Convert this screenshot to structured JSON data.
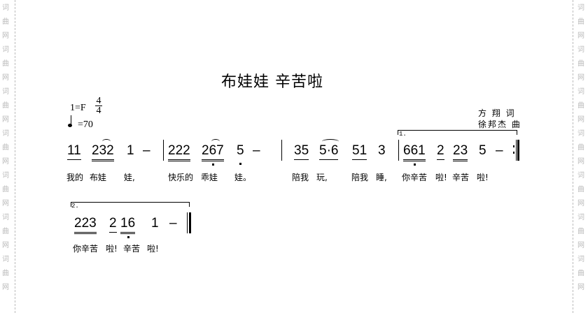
{
  "watermark": "词曲网",
  "title": "布娃娃  辛苦啦",
  "key": "1=F",
  "time_sig": {
    "top": "4",
    "bottom": "4"
  },
  "tempo": "=70",
  "lyricist": "方  翔 词",
  "composer": "徐邦杰 曲",
  "volta1": "1.",
  "volta2": "2.",
  "row1_notes": [
    "11",
    "232",
    "1",
    "–",
    "222",
    "267",
    "5",
    "–",
    "35",
    "5·6",
    "51",
    "3",
    "661",
    "2",
    "23",
    "5",
    "–"
  ],
  "row1_lyrics": [
    "我的",
    "布娃",
    "娃,",
    "快乐的",
    "乖娃",
    "娃。",
    "陪我",
    "玩,",
    "陪我",
    "睡,",
    "你辛苦",
    "啦!",
    "辛苦",
    "啦!"
  ],
  "row2_notes": [
    "223",
    "2",
    "16",
    "1",
    "–"
  ],
  "row2_lyrics": [
    "你辛苦",
    "啦!",
    "辛苦",
    "啦!"
  ]
}
